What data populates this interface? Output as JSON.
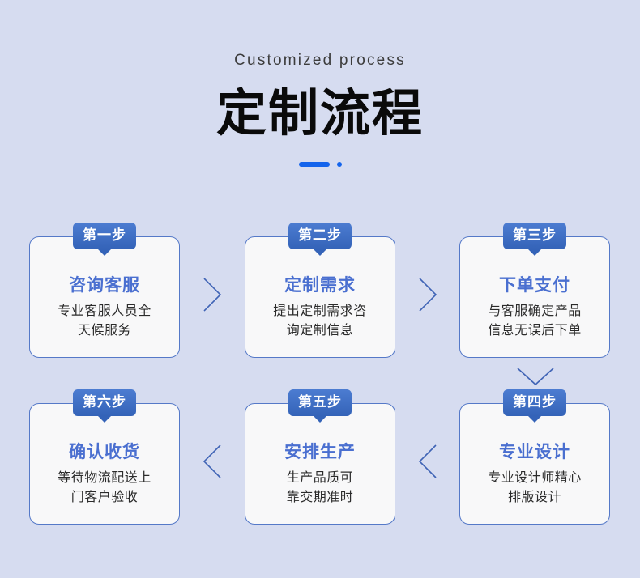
{
  "header": {
    "eyebrow": "Customized process",
    "title": "定制流程",
    "accent_color": "#1464ec"
  },
  "flow": {
    "card_border_color": "#5579c8",
    "card_bg_color": "#f8f8f9",
    "badge_color": "#3463b8",
    "title_color": "#4a6fd0",
    "connector_color": "#3f63b5",
    "steps": [
      {
        "badge": "第一步",
        "title": "咨询客服",
        "desc": "专业客服人员全\n天候服务"
      },
      {
        "badge": "第二步",
        "title": "定制需求",
        "desc": "提出定制需求咨\n询定制信息"
      },
      {
        "badge": "第三步",
        "title": "下单支付",
        "desc": "与客服确定产品\n信息无误后下单"
      },
      {
        "badge": "第四步",
        "title": "专业设计",
        "desc": "专业设计师精心\n排版设计"
      },
      {
        "badge": "第五步",
        "title": "安排生产",
        "desc": "生产品质可\n靠交期准时"
      },
      {
        "badge": "第六步",
        "title": "确认收货",
        "desc": "等待物流配送上\n门客户验收"
      }
    ],
    "connectors": [
      {
        "name": "chevron-right-icon-1",
        "direction": "right"
      },
      {
        "name": "chevron-right-icon-2",
        "direction": "right"
      },
      {
        "name": "chevron-down-icon-1",
        "direction": "down"
      },
      {
        "name": "chevron-left-icon-1",
        "direction": "left"
      },
      {
        "name": "chevron-left-icon-2",
        "direction": "left"
      }
    ]
  }
}
